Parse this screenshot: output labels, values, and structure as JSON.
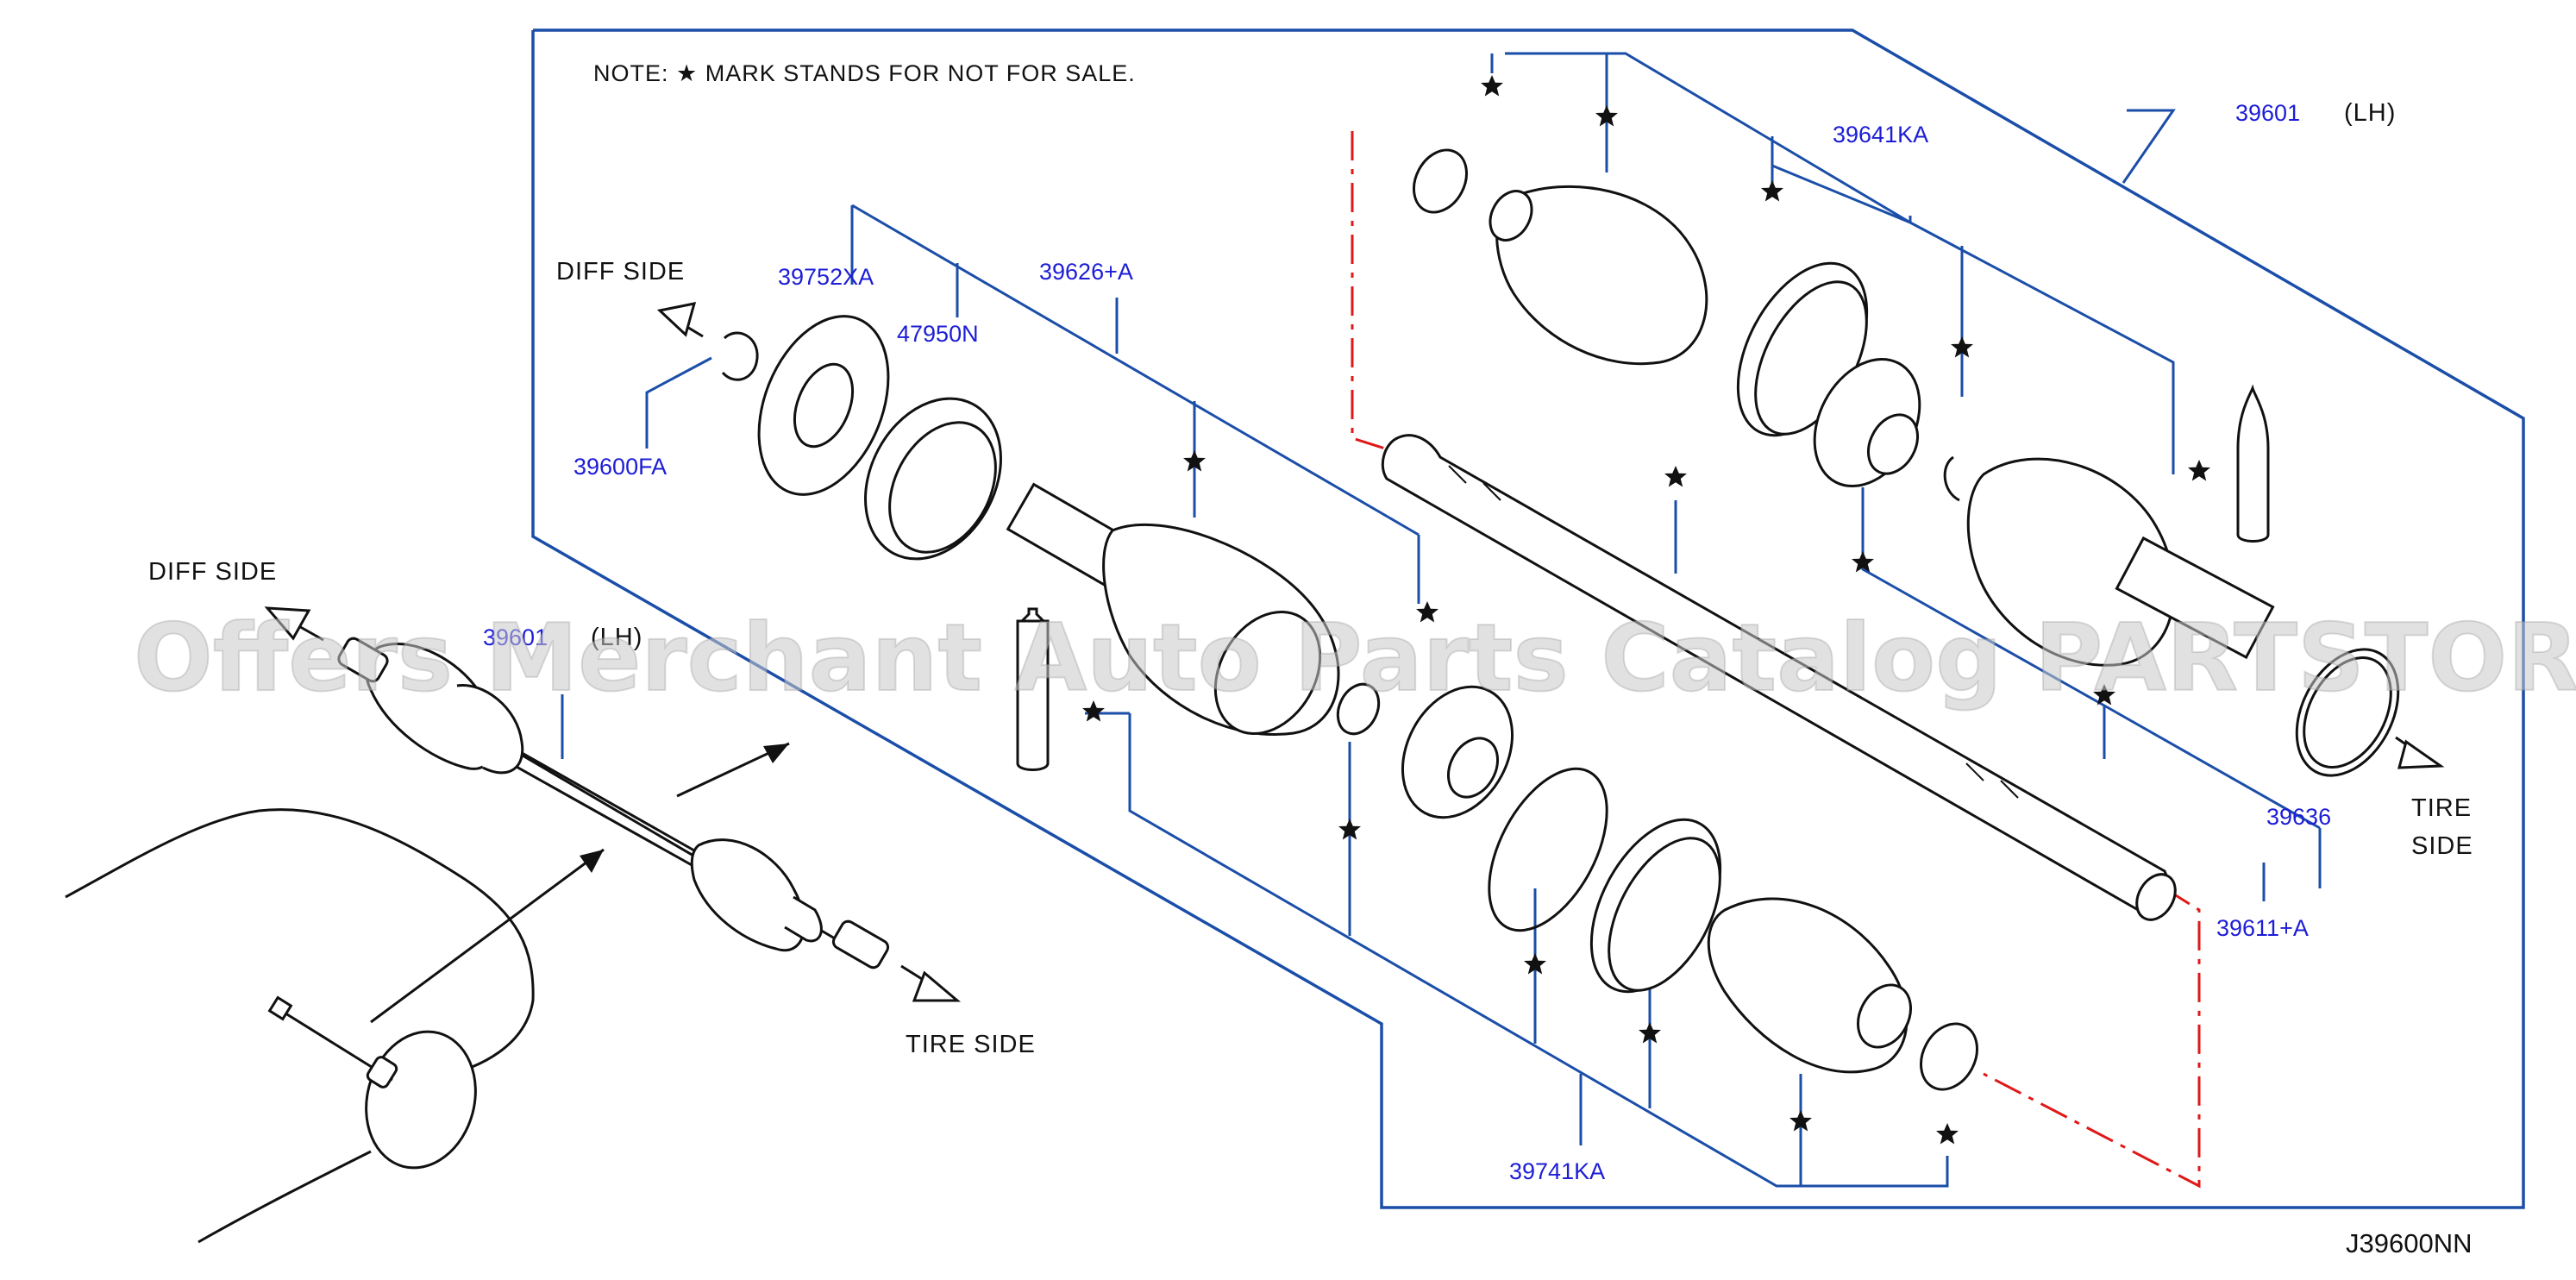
{
  "note": "NOTE:  ★ MARK   STANDS   FOR   NOT   FOR   SALE.",
  "diagram_code": "J39600NN",
  "watermark": "Offers Merchant Auto Parts Catalog PARTSTORE.SA",
  "labels": {
    "diff_side_top": "DIFF   SIDE",
    "diff_side_left": "DIFF   SIDE",
    "tire_side_bottom": "TIRE   SIDE",
    "tire_side_right_1": "TIRE",
    "tire_side_right_2": "SIDE"
  },
  "parts": {
    "p39601_lh": "39601",
    "p39601_lh_side": "(LH)",
    "p39601_small": "39601",
    "p39601_small_side": "(LH)",
    "p39641KA": "39641KA",
    "p39752XA": "39752XA",
    "p47950N": "47950N",
    "p39626A": "39626+A",
    "p39600FA": "39600FA",
    "p39636": "39636",
    "p39611A": "39611+A",
    "p39741KA": "39741KA"
  },
  "colors": {
    "part_number": "#1d1dd6",
    "leader_line": "#1b4ea8",
    "dash_line": "#e01818",
    "drawing": "#111111"
  }
}
